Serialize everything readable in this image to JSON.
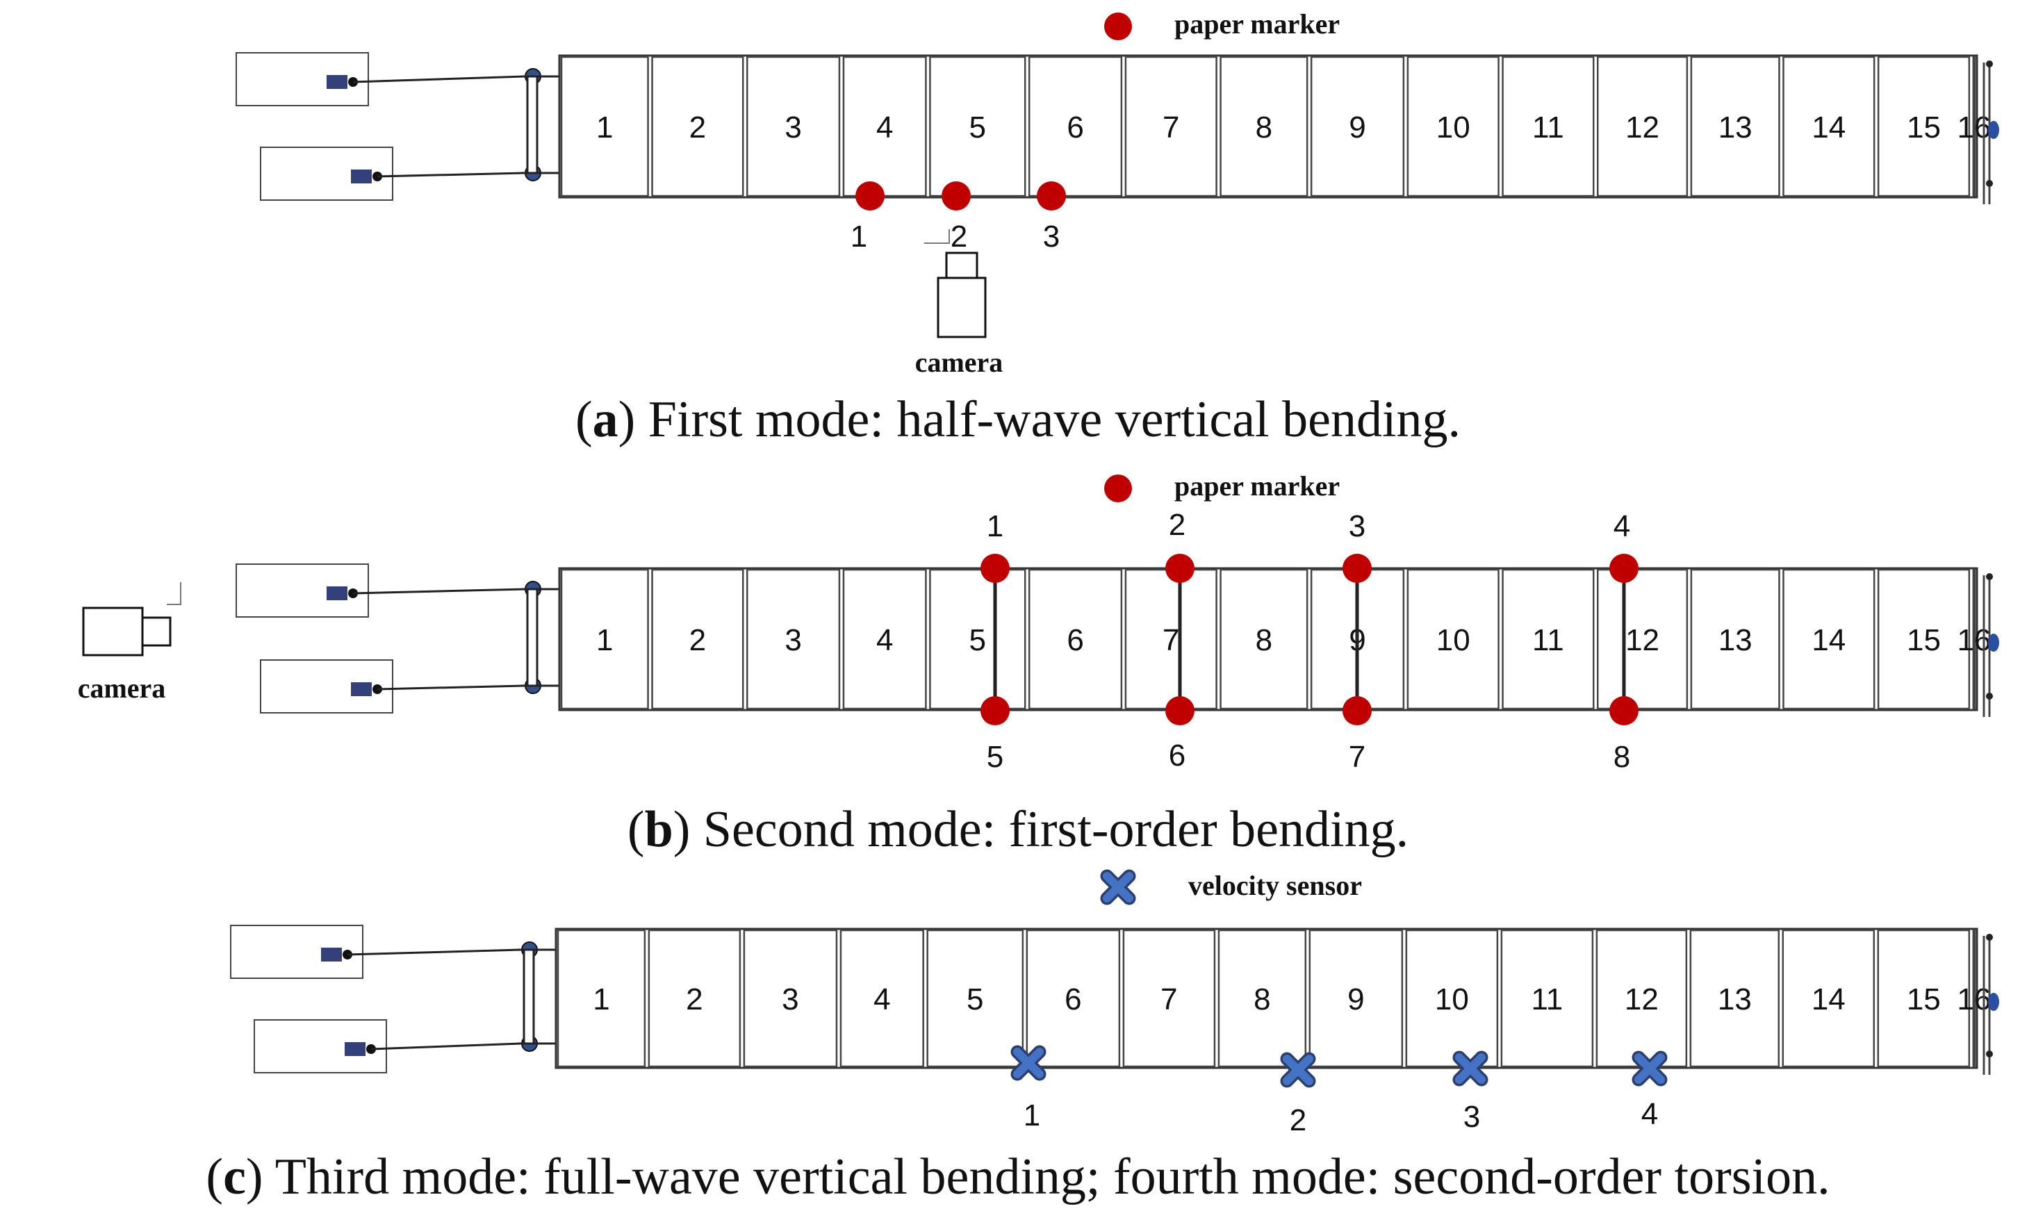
{
  "colors": {
    "marker": "#c00000",
    "sensor": "#4472c4",
    "line": "#222222"
  },
  "icons": {
    "marker": "red-dot-icon",
    "sensor": "x-mark-icon",
    "camera": "camera-icon",
    "support": "support-device-icon"
  },
  "panels": [
    {
      "segments": [
        "1",
        "2",
        "3",
        "4",
        "5",
        "6",
        "7",
        "8",
        "9",
        "10",
        "11",
        "12",
        "13",
        "14",
        "15",
        "16"
      ],
      "legend": {
        "type": "marker",
        "label": "paper marker"
      },
      "points": [
        {
          "label": "1",
          "type": "marker"
        },
        {
          "label": "2",
          "type": "marker"
        },
        {
          "label": "3",
          "type": "marker"
        }
      ],
      "camera": {
        "label": "camera"
      },
      "caption": {
        "open": "(",
        "letter": "a",
        "rest": ") First mode: half-wave vertical bending."
      }
    },
    {
      "segments": [
        "1",
        "2",
        "3",
        "4",
        "5",
        "6",
        "7",
        "8",
        "9",
        "10",
        "11",
        "12",
        "13",
        "14",
        "15",
        "16"
      ],
      "legend": {
        "type": "marker",
        "label": "paper marker"
      },
      "points": [
        {
          "label": "1",
          "type": "marker"
        },
        {
          "label": "2",
          "type": "marker"
        },
        {
          "label": "3",
          "type": "marker"
        },
        {
          "label": "4",
          "type": "marker"
        },
        {
          "label": "5",
          "type": "marker"
        },
        {
          "label": "6",
          "type": "marker"
        },
        {
          "label": "7",
          "type": "marker"
        },
        {
          "label": "8",
          "type": "marker"
        }
      ],
      "camera": {
        "label": "camera"
      },
      "caption": {
        "open": "(",
        "letter": "b",
        "rest": ") Second mode: first-order bending."
      }
    },
    {
      "segments": [
        "1",
        "2",
        "3",
        "4",
        "5",
        "6",
        "7",
        "8",
        "9",
        "10",
        "11",
        "12",
        "13",
        "14",
        "15",
        "16"
      ],
      "legend": {
        "type": "sensor",
        "label": "velocity sensor"
      },
      "points": [
        {
          "label": "1",
          "type": "sensor"
        },
        {
          "label": "2",
          "type": "sensor"
        },
        {
          "label": "3",
          "type": "sensor"
        },
        {
          "label": "4",
          "type": "sensor"
        }
      ],
      "caption": {
        "open": "(",
        "letter": "c",
        "rest": ") Third mode: full-wave vertical bending; fourth mode: second-order torsion."
      }
    }
  ]
}
